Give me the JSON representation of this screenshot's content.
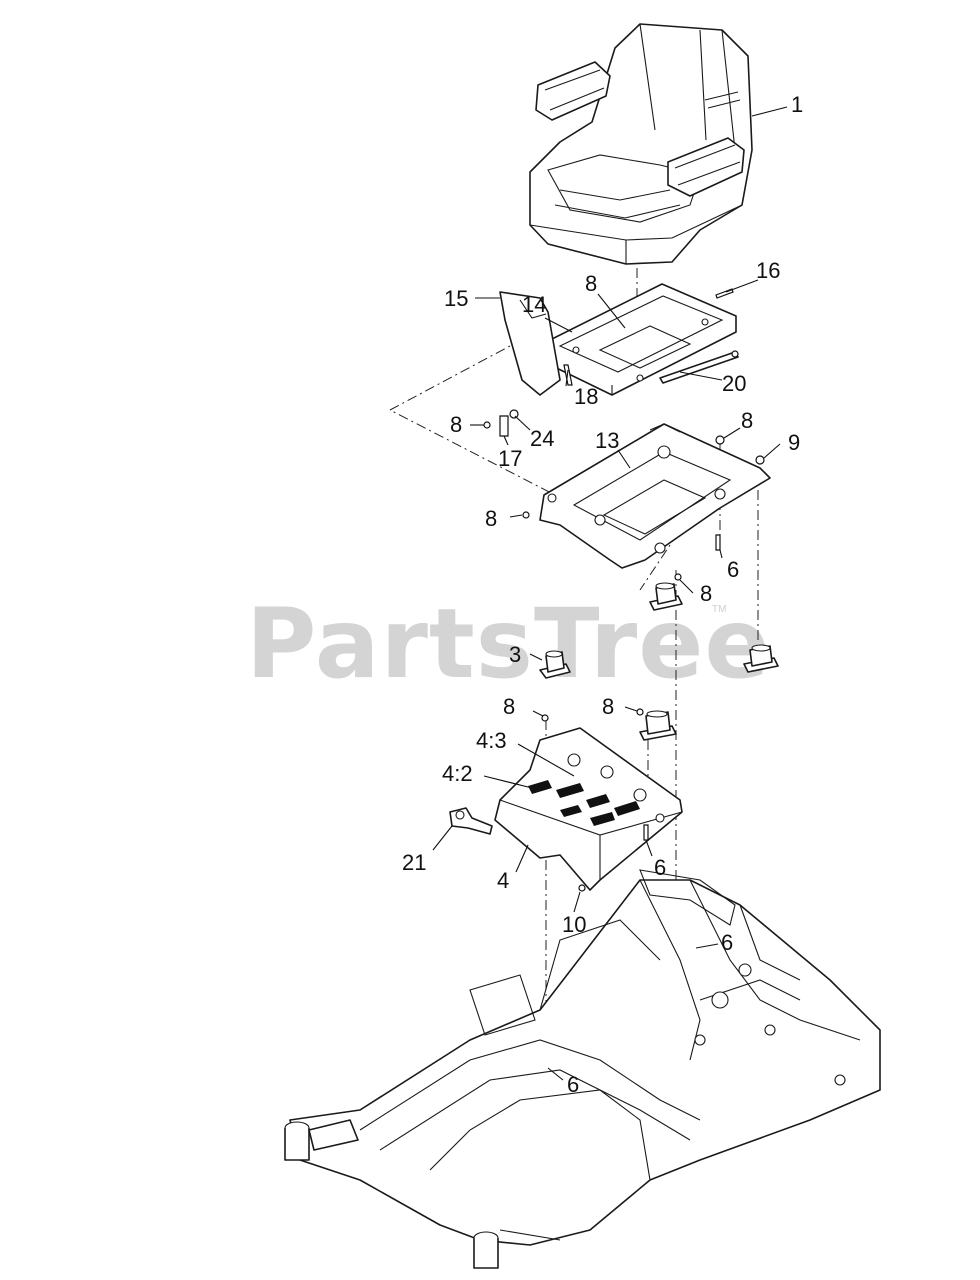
{
  "watermark": {
    "text": "PartsTree",
    "trademark": "TM"
  },
  "callouts": [
    {
      "id": "c1",
      "label": "1"
    },
    {
      "id": "c16",
      "label": "16"
    },
    {
      "id": "c8a",
      "label": "8"
    },
    {
      "id": "c14",
      "label": "14"
    },
    {
      "id": "c15",
      "label": "15"
    },
    {
      "id": "c18",
      "label": "18"
    },
    {
      "id": "c20",
      "label": "20"
    },
    {
      "id": "c8b",
      "label": "8"
    },
    {
      "id": "c24",
      "label": "24"
    },
    {
      "id": "c17",
      "label": "17"
    },
    {
      "id": "c13",
      "label": "13"
    },
    {
      "id": "c8c",
      "label": "8"
    },
    {
      "id": "c9",
      "label": "9"
    },
    {
      "id": "c8d",
      "label": "8"
    },
    {
      "id": "c6a",
      "label": "6"
    },
    {
      "id": "c8e",
      "label": "8"
    },
    {
      "id": "c3",
      "label": "3"
    },
    {
      "id": "c8f",
      "label": "8"
    },
    {
      "id": "c8g",
      "label": "8"
    },
    {
      "id": "c43",
      "label": "4:3"
    },
    {
      "id": "c42",
      "label": "4:2"
    },
    {
      "id": "c21",
      "label": "21"
    },
    {
      "id": "c4",
      "label": "4"
    },
    {
      "id": "c6b",
      "label": "6"
    },
    {
      "id": "c10",
      "label": "10"
    },
    {
      "id": "c6c",
      "label": "6"
    },
    {
      "id": "c6d",
      "label": "6"
    }
  ]
}
